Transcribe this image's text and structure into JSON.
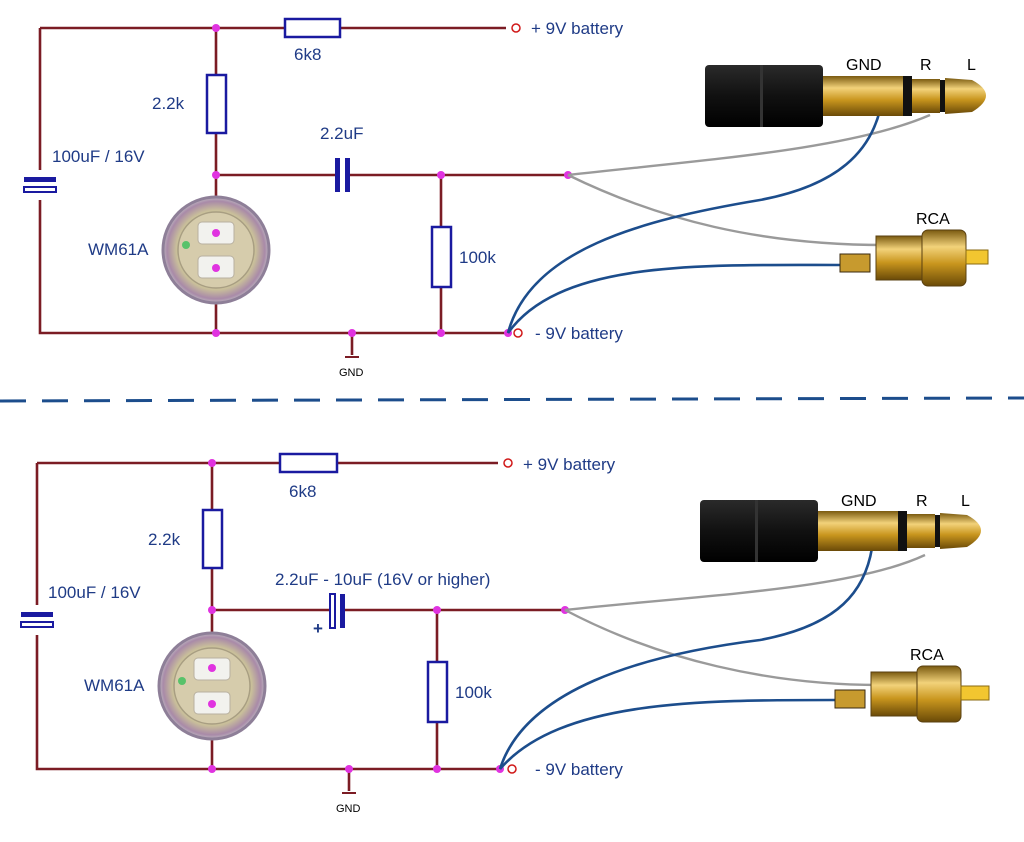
{
  "divider": "dashed",
  "colors": {
    "wire": "#7b1c24",
    "label": "#1f3b86",
    "node": "#e033e0",
    "component": "#1a1aa0",
    "cable_blue": "#1c4d8c",
    "cable_grey": "#9a9a9a",
    "plug_gold": "#d4a020"
  },
  "top": {
    "r_series": "6k8",
    "battery_pos": "+ 9V battery",
    "r_bias": "2.2k",
    "c_supply": "100uF / 16V",
    "c_coupling": "2.2uF",
    "mic": "WM61A",
    "r_load": "100k",
    "battery_neg": "- 9V battery",
    "gnd": "GND",
    "jack_gnd": "GND",
    "jack_r": "R",
    "jack_l": "L",
    "rca": "RCA"
  },
  "bottom": {
    "r_series": "6k8",
    "battery_pos": "+ 9V battery",
    "r_bias": "2.2k",
    "c_supply": "100uF / 16V",
    "c_coupling": "2.2uF - 10uF (16V or higher)",
    "polarity": "+",
    "mic": "WM61A",
    "r_load": "100k",
    "battery_neg": "- 9V battery",
    "gnd": "GND",
    "jack_gnd": "GND",
    "jack_r": "R",
    "jack_l": "L",
    "rca": "RCA"
  }
}
